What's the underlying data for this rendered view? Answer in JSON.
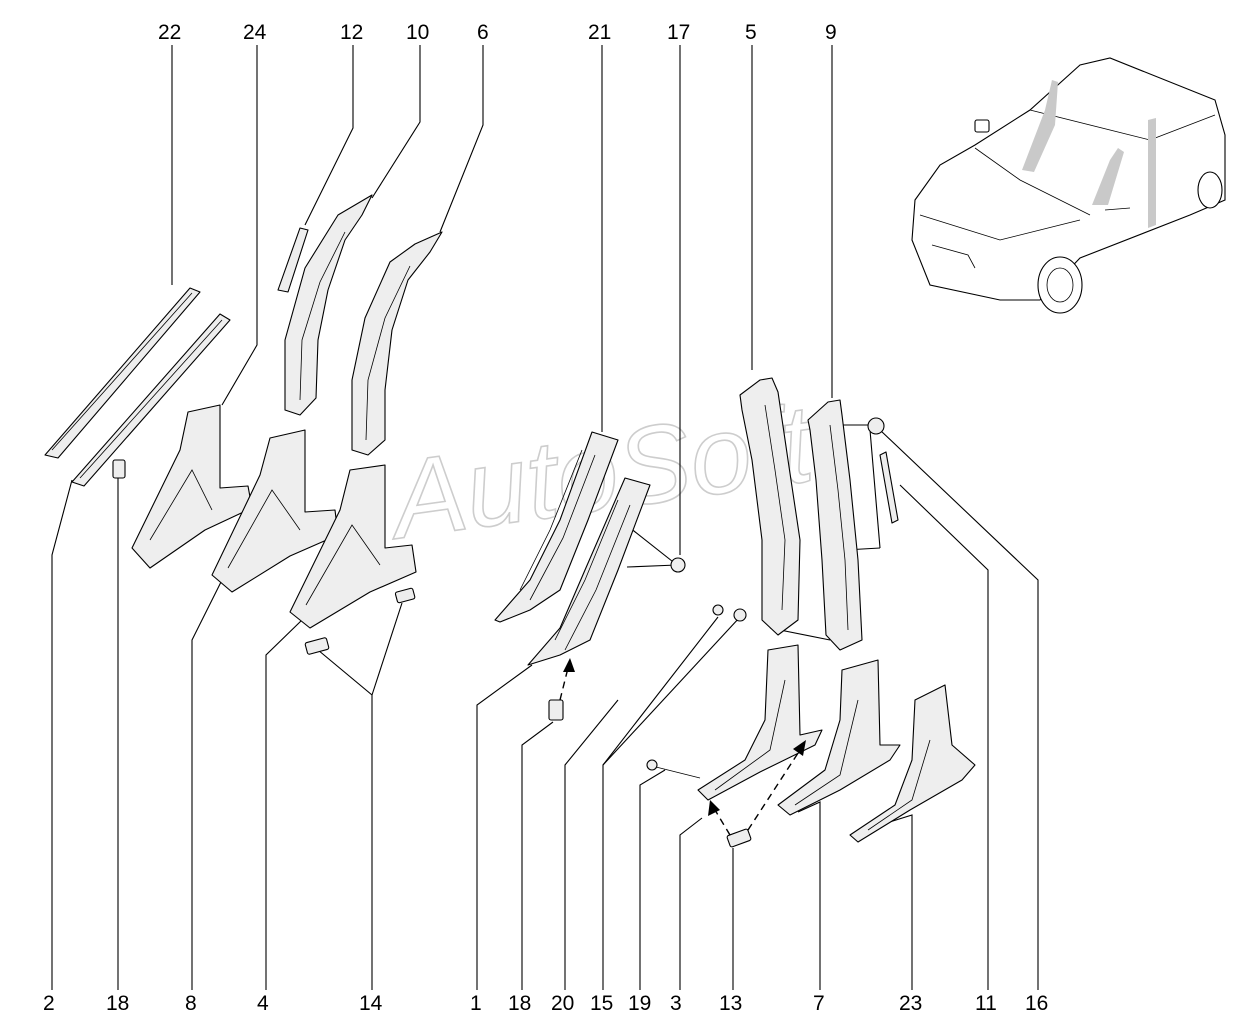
{
  "watermark": "AutoSoft",
  "callouts_top": [
    "22",
    "24",
    "12",
    "10",
    "6",
    "21",
    "17",
    "5",
    "9"
  ],
  "callouts_bottom": [
    "2",
    "18",
    "8",
    "4",
    "14",
    "1",
    "18",
    "20",
    "15",
    "19",
    "3",
    "13",
    "7",
    "23",
    "11",
    "16"
  ]
}
